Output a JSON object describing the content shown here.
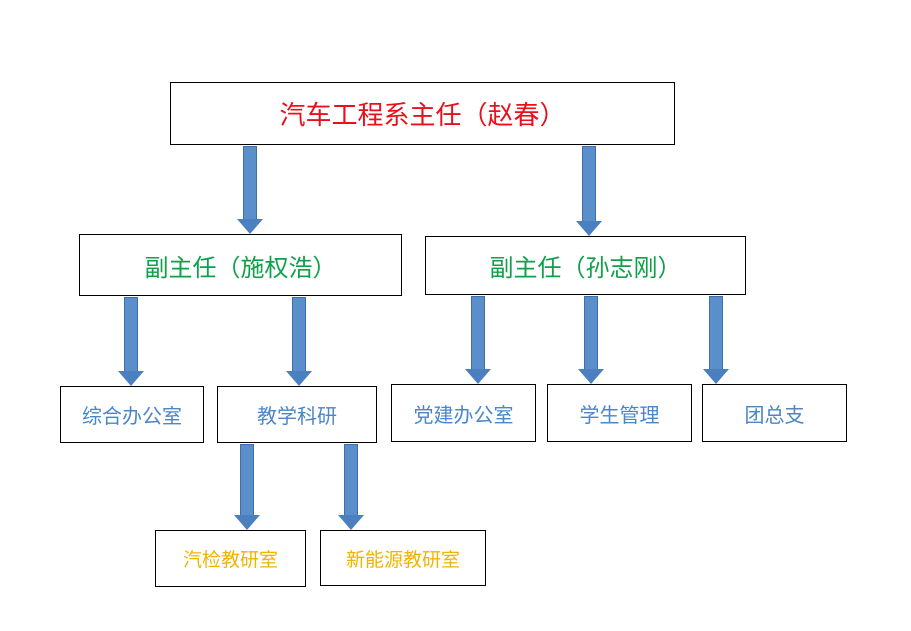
{
  "colors": {
    "top": "#e8101a",
    "vice": "#11a04a",
    "dept": "#4a86c8",
    "lab": "#f0b400",
    "arrow": "#5b8fcc"
  },
  "chart": {
    "director": "汽车工程系主任（赵春）",
    "vice_left": "副主任（施权浩）",
    "vice_right": "副主任（孙志刚）",
    "dept_office": "综合办公室",
    "dept_teaching": "教学科研",
    "dept_party": "党建办公室",
    "dept_student": "学生管理",
    "dept_league": "团总支",
    "lab_auto": "汽检教研室",
    "lab_energy": "新能源教研室"
  }
}
